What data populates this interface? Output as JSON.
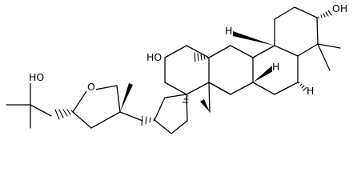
{
  "labels": {
    "hydroxyl_ring_a": "OH",
    "hydroxyl_ring_c": "HO",
    "hydroxyl_side_chain": "HO",
    "ether_oxygen": "O",
    "hydrogen_c9": "H",
    "hydrogen_c5": "H",
    "hydrogen_c13": "H"
  },
  "colors": {
    "ink": "#000000",
    "background": "#ffffff"
  }
}
